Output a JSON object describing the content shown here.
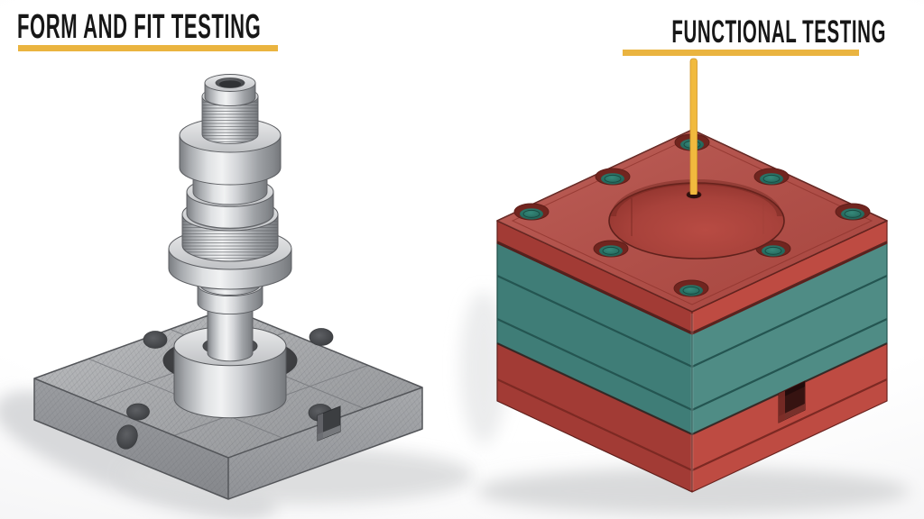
{
  "header": {
    "left_title": "FORM AND FIT TESTING",
    "right_title": "FUNCTIONAL TESTING"
  },
  "scene": {
    "left_subject": "machined metal spindle assembly mounted on knurled square base plate",
    "right_subject": "stacked red and teal test block with bolt holes, center bore and pointer rod"
  },
  "colors": {
    "accent_yellow": "#EAB440",
    "pointer_yellow": "#F1BA3E",
    "title_text": "#171717",
    "block_red_top": "#B3463E",
    "block_red_left": "#A23B35",
    "block_red_right": "#BE4B42",
    "block_teal_left": "#3F7D77",
    "block_teal_right": "#4F8C85",
    "plate_gray": "#A9ABAE"
  }
}
